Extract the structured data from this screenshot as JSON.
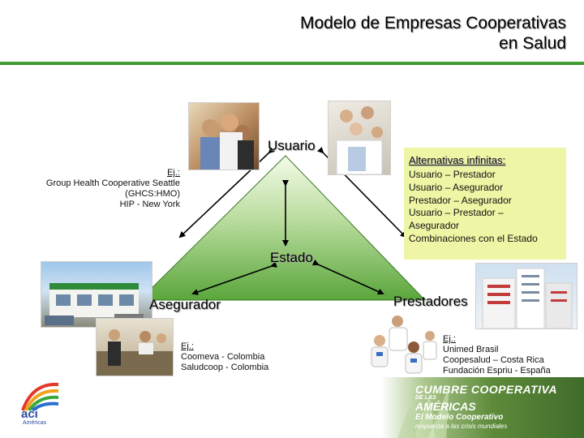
{
  "title": {
    "line1": "Modelo de Empresas Cooperativas",
    "line2": "en Salud"
  },
  "colors": {
    "accent_green": "#3a9a2a",
    "triangle_top": "#f4fbe8",
    "triangle_bottom": "#5aa63c",
    "alt_box_bg": "#eef5a4"
  },
  "nodes": {
    "usuario": "Usuario",
    "estado": "Estado",
    "asegurador": "Asegurador",
    "prestadores": "Prestadores"
  },
  "example_left": {
    "label": "Ej.:",
    "lines": [
      "Group Health Cooperative Seattle",
      "(GHCS:HMO)",
      "HIP - New York"
    ]
  },
  "example_asegurador": {
    "label": "Ej.:",
    "lines": [
      "Coomeva - Colombia",
      "Saludcoop - Colombia"
    ]
  },
  "example_prestadores": {
    "label": "Ej.:",
    "lines": [
      "Unimed Brasil",
      "Coopesalud – Costa Rica",
      "Fundación Espriu - España"
    ]
  },
  "alternativas": {
    "title": "Alternativas infinitas:",
    "items": [
      "Usuario – Prestador",
      "Usuario – Asegurador",
      "Prestador – Asegurador",
      "Usuario – Prestador –",
      "Asegurador",
      "Combinaciones con el Estado"
    ]
  },
  "logo": {
    "text": "aci",
    "subtext": "Américas"
  },
  "banner": {
    "line1": "CUMBRE COOPERATIVA",
    "line2": "DE LAS",
    "line3": "AMÉRICAS",
    "line4": "El Modelo Cooperativo",
    "line5": "respuesta a las crisis mundiales"
  },
  "icons": [
    "family-photo-icon",
    "group-photo-icon",
    "insurer-building-photo-icon",
    "reception-desk-photo-icon",
    "hospital-building-photo-icon",
    "doctors-figure-icon",
    "logo-icon"
  ]
}
